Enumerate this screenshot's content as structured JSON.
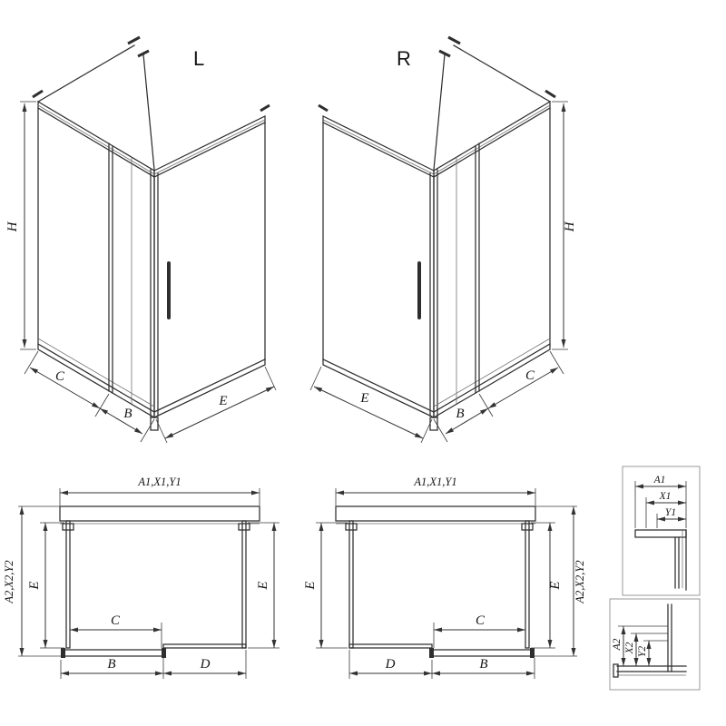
{
  "colors": {
    "line": "#2e2e2e",
    "dimension": "#333333",
    "detail_frame": "#9a9a9a",
    "background": "#ffffff"
  },
  "iso_left": {
    "variant_label": "L",
    "dims": {
      "h": "H",
      "c": "C",
      "b": "B",
      "e": "E"
    }
  },
  "iso_right": {
    "variant_label": "R",
    "dims": {
      "h": "H",
      "c": "C",
      "b": "B",
      "e": "E"
    }
  },
  "plan_left": {
    "dims": {
      "top": "A1,X1,Y1",
      "left_outer": "A2,X2,Y2",
      "left_inner": "E",
      "right": "E",
      "inner_width": "C",
      "bottom_left": "B",
      "bottom_right": "D"
    }
  },
  "plan_right": {
    "dims": {
      "top": "A1,X1,Y1",
      "left": "E",
      "right_inner": "E",
      "right_outer": "A2,X2,Y2",
      "inner_width": "C",
      "bottom_left": "D",
      "bottom_right": "B"
    }
  },
  "detail_top": {
    "dims": {
      "a1": "A1",
      "x1": "X1",
      "y1": "Y1"
    }
  },
  "detail_bottom": {
    "dims": {
      "a2": "A2",
      "x2": "X2",
      "y2": "Y2"
    }
  }
}
